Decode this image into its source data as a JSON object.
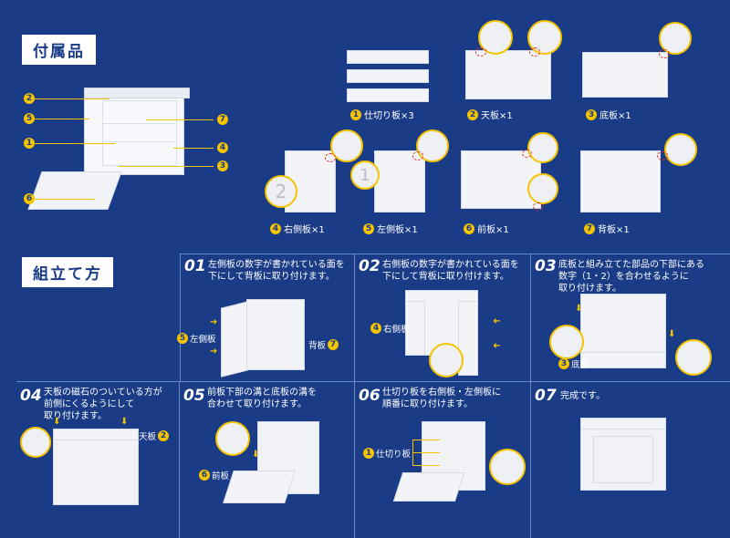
{
  "headers": {
    "parts": "付属品",
    "assembly": "組立て方"
  },
  "parts": [
    {
      "num": "1",
      "label": "仕切り板×3"
    },
    {
      "num": "2",
      "label": "天板×1"
    },
    {
      "num": "3",
      "label": "底板×1"
    },
    {
      "num": "4",
      "label": "右側板×1"
    },
    {
      "num": "5",
      "label": "左側板×1"
    },
    {
      "num": "6",
      "label": "前板×1"
    },
    {
      "num": "7",
      "label": "背板×1"
    }
  ],
  "overview_callouts": [
    "2",
    "5",
    "1",
    "6",
    "7",
    "4",
    "3"
  ],
  "panel_digits": {
    "two": "2",
    "one": "1"
  },
  "steps": [
    {
      "num": "01",
      "text": [
        "左側板の数字が書かれている面を",
        "下にして背板に取り付けます。"
      ],
      "labels": [
        {
          "num": "5",
          "text": "左側板"
        },
        {
          "num": "7",
          "text": "背板"
        }
      ]
    },
    {
      "num": "02",
      "text": [
        "右側板の数字が書かれている面を",
        "下にして背板に取り付けます。"
      ],
      "labels": [
        {
          "num": "4",
          "text": "右側板"
        }
      ]
    },
    {
      "num": "03",
      "text": [
        "底板と組み立てた部品の下部にある",
        "数字（1・2）を合わせるように",
        "取り付けます。"
      ],
      "labels": [
        {
          "num": "3",
          "text": "底板"
        }
      ]
    },
    {
      "num": "04",
      "text": [
        "天板の磁石のついている方が",
        "前側にくるようにして",
        "取り付けます。"
      ],
      "labels": [
        {
          "num": "2",
          "text": "天板"
        }
      ]
    },
    {
      "num": "05",
      "text": [
        "前板下部の溝と底板の溝を",
        "合わせて取り付けます。"
      ],
      "labels": [
        {
          "num": "6",
          "text": "前板"
        }
      ]
    },
    {
      "num": "06",
      "text": [
        "仕切り板を右側板・左側板に",
        "順番に取り付けます。"
      ],
      "labels": [
        {
          "num": "1",
          "text": "仕切り板"
        }
      ]
    },
    {
      "num": "07",
      "text": [
        "完成です。"
      ],
      "labels": []
    }
  ],
  "colors": {
    "background": "#1a3b86",
    "accent": "#f5c400",
    "panel": "#f3f4f7",
    "highlight": "#e03030"
  }
}
